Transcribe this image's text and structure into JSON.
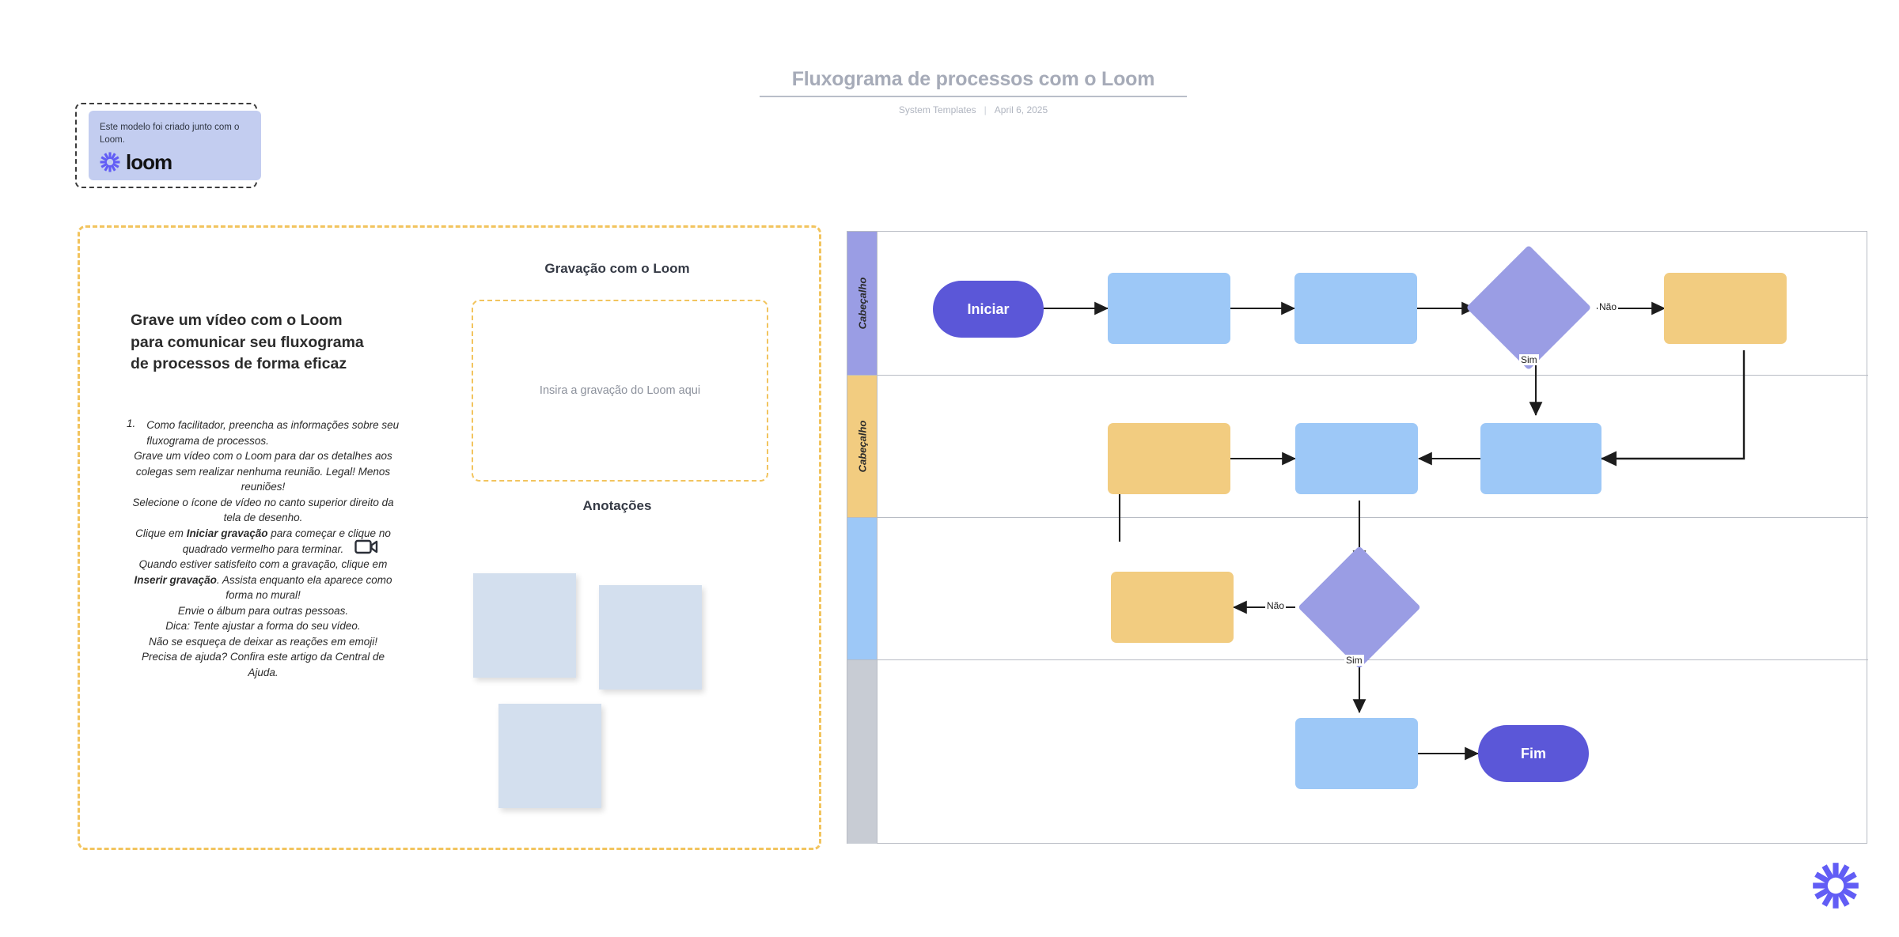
{
  "header": {
    "title": "Fluxograma de processos com o Loom",
    "author": "System Templates",
    "separator": "|",
    "date": "April 6, 2025"
  },
  "promo": {
    "text": "Este modelo foi criado junto com o Loom.",
    "brand": "loom",
    "logo_icon": "loom-starburst-icon",
    "card_color": "#c3cdf0",
    "logo_color": "#625df5"
  },
  "instructions": {
    "heading": "Grave um vídeo com o Loom para comunicar seu fluxograma de processos de forma eficaz",
    "number": "1.",
    "lines": [
      "Como facilitador, preencha as informações sobre seu fluxograma de processos.",
      "Grave um vídeo com o Loom para dar os detalhes aos colegas sem realizar nenhuma reunião. Legal! Menos reuniões!",
      "Selecione o ícone de vídeo no canto superior direito da tela de desenho.",
      "Clique em Iniciar gravação para começar e clique no quadrado vermelho para terminar.",
      "Quando estiver satisfeito com a gravação, clique em Inserir gravação. Assista enquanto ela aparece como forma no mural!",
      "Envie o álbum para outras pessoas.",
      "Dica: Tente ajustar a forma do seu vídeo.",
      "Não se esqueça de deixar as reações em emoji!",
      "Precisa de ajuda? Confira este artigo da Central de Ajuda."
    ],
    "bold_terms": [
      "Iniciar gravação",
      "Inserir gravação"
    ],
    "video_icon": "video-camera-icon",
    "panel_border_color": "#f2c45e"
  },
  "recording": {
    "heading": "Gravação com o Loom",
    "dropzone_placeholder": "Insira a gravação do Loom aqui"
  },
  "notes": {
    "heading": "Anotações",
    "sticky_color": "#d3dfee",
    "items": [
      {
        "text": ""
      },
      {
        "text": ""
      },
      {
        "text": ""
      }
    ]
  },
  "chart_data": {
    "type": "diagram",
    "title": "Fluxograma de processos com o Loom",
    "lanes": [
      {
        "label": "Cabeçalho",
        "color": "#9a9de4"
      },
      {
        "label": "Cabeçalho",
        "color": "#f2cc80"
      },
      {
        "label": "",
        "color": "#9dc8f7"
      },
      {
        "label": "",
        "color": "#c8ccd4"
      }
    ],
    "nodes": [
      {
        "id": "start",
        "label": "Iniciar",
        "shape": "terminal",
        "lane": 0,
        "color": "#5b57d8"
      },
      {
        "id": "p1",
        "label": "",
        "shape": "process",
        "lane": 0,
        "color": "#9dc8f7"
      },
      {
        "id": "p2",
        "label": "",
        "shape": "process",
        "lane": 0,
        "color": "#9dc8f7"
      },
      {
        "id": "d1",
        "label": "",
        "shape": "decision",
        "lane": 0,
        "color": "#9a9de4"
      },
      {
        "id": "p3",
        "label": "",
        "shape": "process",
        "lane": 0,
        "color": "#f2cc80"
      },
      {
        "id": "p4",
        "label": "",
        "shape": "process",
        "lane": 1,
        "color": "#f2cc80"
      },
      {
        "id": "p5",
        "label": "",
        "shape": "process",
        "lane": 1,
        "color": "#9dc8f7"
      },
      {
        "id": "p6",
        "label": "",
        "shape": "process",
        "lane": 1,
        "color": "#9dc8f7"
      },
      {
        "id": "p7",
        "label": "",
        "shape": "process",
        "lane": 2,
        "color": "#f2cc80"
      },
      {
        "id": "d2",
        "label": "",
        "shape": "decision",
        "lane": 2,
        "color": "#9a9de4"
      },
      {
        "id": "p8",
        "label": "",
        "shape": "process",
        "lane": 3,
        "color": "#9dc8f7"
      },
      {
        "id": "end",
        "label": "Fim",
        "shape": "terminal",
        "lane": 3,
        "color": "#5b57d8"
      }
    ],
    "edges": [
      {
        "from": "start",
        "to": "p1",
        "label": ""
      },
      {
        "from": "p1",
        "to": "p2",
        "label": ""
      },
      {
        "from": "p2",
        "to": "d1",
        "label": ""
      },
      {
        "from": "d1",
        "to": "p3",
        "label": "Não"
      },
      {
        "from": "d1",
        "to": "p6",
        "label": "Sim"
      },
      {
        "from": "p3",
        "to": "p6",
        "label": ""
      },
      {
        "from": "p4",
        "to": "p5",
        "label": ""
      },
      {
        "from": "p6",
        "to": "p5",
        "label": ""
      },
      {
        "from": "p5",
        "to": "d2",
        "label": ""
      },
      {
        "from": "d2",
        "to": "p7",
        "label": "Não"
      },
      {
        "from": "d2",
        "to": "p8",
        "label": "Sim"
      },
      {
        "from": "p7",
        "to": "p4",
        "label": ""
      },
      {
        "from": "p8",
        "to": "end",
        "label": ""
      }
    ],
    "edge_labels": [
      "Não",
      "Sim",
      "Não",
      "Sim"
    ]
  },
  "footer": {
    "logo_icon": "loom-starburst-icon",
    "logo_color": "#625df5"
  }
}
